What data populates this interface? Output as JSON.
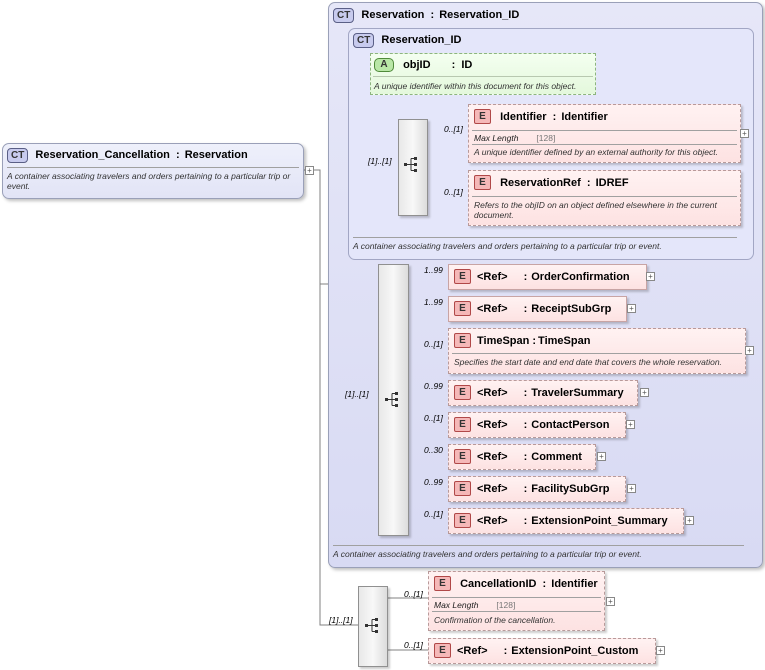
{
  "root": {
    "badge": "CT",
    "name": "Reservation_Cancellation",
    "type_sep": ":",
    "type": "Reservation",
    "desc": "A container associating travelers and orders pertaining to a particular trip or event."
  },
  "reservation": {
    "badge": "CT",
    "name": "Reservation",
    "type_sep": ":",
    "type": "Reservation_ID",
    "desc": "A container associating travelers and orders pertaining to a particular trip or event."
  },
  "reservation_id": {
    "badge": "CT",
    "name": "Reservation_ID",
    "desc": "A container associating travelers and orders pertaining to a particular trip or event.",
    "seq_card": "[1]..[1]",
    "attr": {
      "badge": "A",
      "name": "objID",
      "type_sep": ":",
      "type": "ID",
      "desc": "A unique identifier within this document for this object."
    },
    "identifier": {
      "badge": "E",
      "card": "0..[1]",
      "name": "Identifier",
      "type_sep": ":",
      "type": "Identifier",
      "facet_label": "Max Length",
      "facet_value": "[128]",
      "desc": "A unique identifier defined by an external authority for this object."
    },
    "reservation_ref": {
      "badge": "E",
      "card": "0..[1]",
      "name": "ReservationRef",
      "type_sep": ":",
      "type": "IDREF",
      "desc": "Refers to the objID on an object defined elsewhere in the current document."
    }
  },
  "seq2": {
    "card": "[1]..[1]",
    "items": [
      {
        "card": "1..99",
        "ref": "<Ref>",
        "type_sep": ":",
        "type": "OrderConfirmation"
      },
      {
        "card": "1..99",
        "ref": "<Ref>",
        "type_sep": ":",
        "type": "ReceiptSubGrp"
      },
      {
        "card": "0..[1]",
        "ref": "TimeSpan",
        "type_sep": ":",
        "type": "TimeSpan",
        "desc": "Specifies the start date and end date that covers the whole reservation."
      },
      {
        "card": "0..99",
        "ref": "<Ref>",
        "type_sep": ":",
        "type": "TravelerSummary"
      },
      {
        "card": "0..[1]",
        "ref": "<Ref>",
        "type_sep": ":",
        "type": "ContactPerson"
      },
      {
        "card": "0..30",
        "ref": "<Ref>",
        "type_sep": ":",
        "type": "Comment"
      },
      {
        "card": "0..99",
        "ref": "<Ref>",
        "type_sep": ":",
        "type": "FacilitySubGrp"
      },
      {
        "card": "0..[1]",
        "ref": "<Ref>",
        "type_sep": ":",
        "type": "ExtensionPoint_Summary"
      }
    ]
  },
  "seq3": {
    "card": "[1]..[1]",
    "cancellation": {
      "badge": "E",
      "card": "0..[1]",
      "name": "CancellationID",
      "type_sep": ":",
      "type": "Identifier",
      "facet_label": "Max Length",
      "facet_value": "[128]",
      "desc": "Confirmation of the cancellation."
    },
    "ext_custom": {
      "badge": "E",
      "card": "0..[1]",
      "ref": "<Ref>",
      "type_sep": ":",
      "type": "ExtensionPoint_Custom"
    }
  },
  "icons": {
    "element": "E",
    "attribute": "A",
    "complex_type": "CT",
    "expand": "+"
  }
}
